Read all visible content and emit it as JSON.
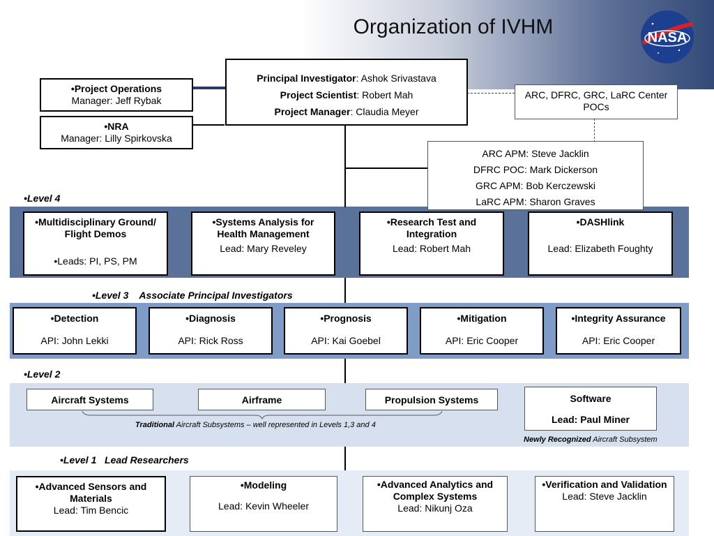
{
  "title": "Organization of IVHM",
  "pi_box": {
    "pi_label": "Principal Investigator",
    "pi_value": ": Ashok Srivastava",
    "ps_label": "Project Scientist",
    "ps_value": ":  Robert Mah",
    "pm_label": "Project Manager",
    "pm_value": ":  Claudia Meyer"
  },
  "project_ops": {
    "label": "•Project Operations",
    "manager": "Manager: Jeff Rybak"
  },
  "nra": {
    "label": "•NRA",
    "manager": "Manager: Lilly Spirkovska"
  },
  "center_pocs": "ARC, DFRC, GRC, LaRC Center POCs",
  "apm_list": [
    "ARC APM: Steve Jacklin",
    "DFRC POC: Mark Dickerson",
    "GRC APM:  Bob Kerczewski",
    "LaRC APM: Sharon Graves"
  ],
  "level4": {
    "label": "•Level 4",
    "boxes": [
      {
        "title": "•Multidisciplinary Ground/ Flight Demos",
        "lead": "•Leads: PI, PS, PM"
      },
      {
        "title": "•Systems Analysis for Health Management",
        "lead": "Lead: Mary Reveley"
      },
      {
        "title": "•Research Test and Integration",
        "lead": "Lead: Robert Mah"
      },
      {
        "title": "•DASHlink",
        "lead": "Lead: Elizabeth Foughty"
      }
    ]
  },
  "level3": {
    "label": "•Level 3    Associate Principal Investigators",
    "boxes": [
      {
        "title": "•Detection",
        "lead": "API: John Lekki"
      },
      {
        "title": "•Diagnosis",
        "lead": "API: Rick Ross"
      },
      {
        "title": "•Prognosis",
        "lead": "API: Kai Goebel"
      },
      {
        "title": "•Mitigation",
        "lead": "API: Eric Cooper"
      },
      {
        "title": "•Integrity Assurance",
        "lead": "API: Eric Cooper"
      }
    ]
  },
  "level2": {
    "label": "•Level 2",
    "boxes": [
      "Aircraft Systems",
      "Airframe",
      "Propulsion Systems"
    ],
    "traditional_bold": "Traditional",
    "traditional_rest": " Aircraft Subsystems – well represented in Levels 1,3 and 4",
    "software_title": "Software",
    "software_lead": "Lead:  Paul Miner",
    "newly_bold": "Newly Recognized",
    "newly_rest": " Aircraft Subsystem"
  },
  "level1": {
    "label": "•Level 1   Lead Researchers",
    "boxes": [
      {
        "title": "•Advanced Sensors and Materials",
        "lead": "Lead: Tim Bencic"
      },
      {
        "title": "•Modeling",
        "lead": "Lead: Kevin Wheeler"
      },
      {
        "title": "•Advanced Analytics and Complex Systems",
        "lead": "Lead: Nikunj Oza"
      },
      {
        "title": "•Verification and Validation",
        "lead": "Lead: Steve Jacklin"
      }
    ]
  },
  "colors": {
    "band4": "#5a7299",
    "band3": "#7f9cc6",
    "band2": "#d7e0ef",
    "band1": "#e6ecf5"
  }
}
